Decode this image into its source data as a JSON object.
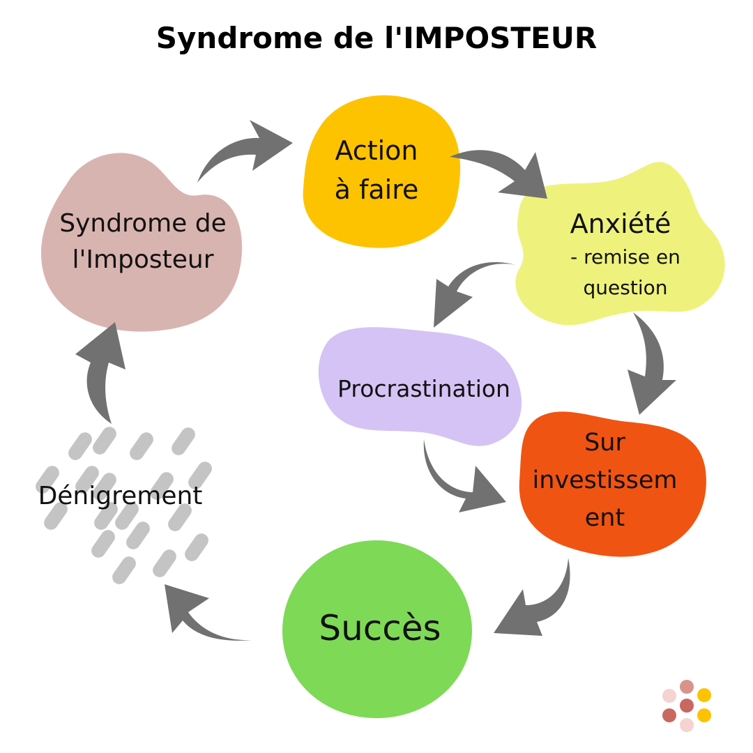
{
  "title": "Syndrome de l'IMPOSTEUR",
  "nodes": {
    "action": {
      "line1": "Action",
      "line2": "à faire",
      "color": "#FDC300"
    },
    "anxiete": {
      "line1": "Anxiété",
      "line2": "- remise en",
      "line3": "question",
      "color": "#EEF27C"
    },
    "procrastination": {
      "label": "Procrastination",
      "color": "#D4C3F4"
    },
    "sur_investissement": {
      "line1": "Sur",
      "line2": "investissem",
      "line3": "ent",
      "color": "#F05412"
    },
    "succes": {
      "label": "Succès",
      "color": "#7ED957"
    },
    "denigrement": {
      "label": "Dénigrement",
      "color": "#C4C4C4"
    },
    "syndrome": {
      "line1": "Syndrome de",
      "line2": "l'Imposteur",
      "color": "#D8B4B0"
    }
  },
  "arrow_color": "#717171",
  "edges": [
    {
      "from": "Syndrome de l'Imposteur",
      "to": "Action à faire"
    },
    {
      "from": "Action à faire",
      "to": "Anxiété"
    },
    {
      "from": "Anxiété",
      "to": "Procrastination"
    },
    {
      "from": "Anxiété",
      "to": "Sur investissement"
    },
    {
      "from": "Procrastination",
      "to": "Sur investissement"
    },
    {
      "from": "Sur investissement",
      "to": "Succès"
    },
    {
      "from": "Succès",
      "to": "Dénigrement"
    },
    {
      "from": "Dénigrement",
      "to": "Syndrome de l'Imposteur"
    }
  ],
  "logo_colors": [
    "#F5D3D0",
    "#D9938B",
    "#C9685E",
    "#FDC300"
  ]
}
